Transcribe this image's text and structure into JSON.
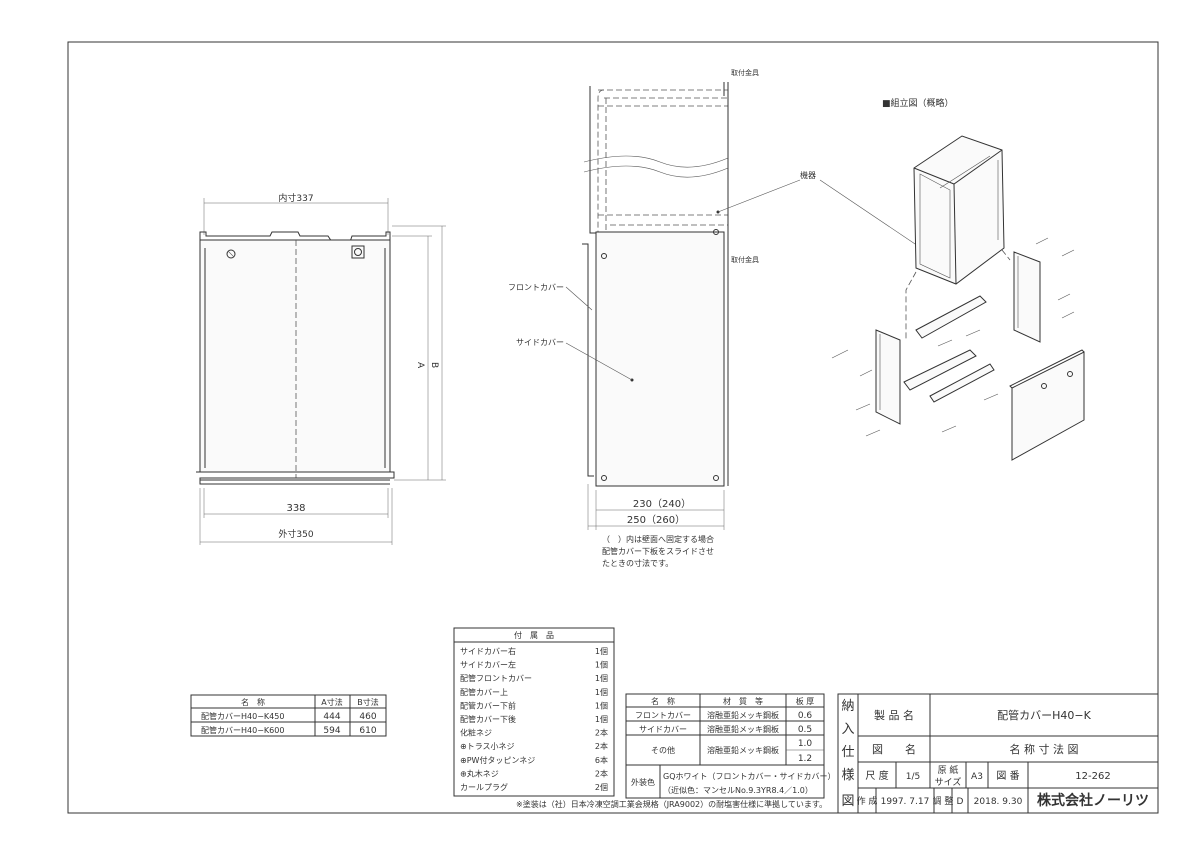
{
  "front_view": {
    "inner_width": "内寸337",
    "width_338": "338",
    "outer_width": "外寸350",
    "dim_a": "A",
    "dim_b": "B"
  },
  "side_view": {
    "label_fittings": "取付金具",
    "label_front_cover": "フロントカバー",
    "label_side_cover": "サイドカバー",
    "dim_230": "230（240）",
    "dim_250": "250（260）",
    "note_1": "（　）内は壁面へ固定する場合",
    "note_2": "配管カバー下板をスライドさせ",
    "note_3": "たときの寸法です。"
  },
  "assembly": {
    "title": "■組立図（概略）",
    "label_device": "機器"
  },
  "size_table": {
    "headers": [
      "名　称",
      "A寸法",
      "B寸法"
    ],
    "rows": [
      [
        "配管カバーH40−K450",
        "444",
        "460"
      ],
      [
        "配管カバーH40−K600",
        "594",
        "610"
      ]
    ]
  },
  "accessories": {
    "header": "付　属　品",
    "items": [
      [
        "サイドカバー右",
        "1個"
      ],
      [
        "サイドカバー左",
        "1個"
      ],
      [
        "配管フロントカバー",
        "1個"
      ],
      [
        "配管カバー上",
        "1個"
      ],
      [
        "配管カバー下前",
        "1個"
      ],
      [
        "配管カバー下後",
        "1個"
      ],
      [
        "化粧ネジ",
        "2本"
      ],
      [
        "⊕トラス小ネジ",
        "2本"
      ],
      [
        "⊕PW付タッピンネジ",
        "6本"
      ],
      [
        "⊕丸木ネジ",
        "2本"
      ],
      [
        "カールプラグ",
        "2個"
      ]
    ]
  },
  "materials": {
    "headers": [
      "名　称",
      "材　質　等",
      "板 厚"
    ],
    "rows": [
      [
        "フロントカバー",
        "溶融亜鉛メッキ鋼板",
        "0.6"
      ],
      [
        "サイドカバー",
        "溶融亜鉛メッキ鋼板",
        "0.5"
      ],
      [
        "その他",
        "溶融亜鉛メッキ鋼板",
        "1.0"
      ],
      [
        "",
        "",
        "1.2"
      ]
    ],
    "color_label": "外装色",
    "color_1": "GQホワイト（フロントカバー・サイドカバー）",
    "color_2": "（近似色：マンセルNo.9.3YR8.4／1.0）"
  },
  "footnote": "※塗装は（社）日本冷凍空調工業会規格（JRA9002）の耐塩害仕様に準拠しています。",
  "title_block": {
    "side_chars": [
      "納",
      "入",
      "仕",
      "様",
      "図"
    ],
    "product_name_label": "製 品 名",
    "product_name": "配管カバーH40−K",
    "drawing_name_label": "図　　名",
    "drawing_name": "名 称 寸 法 図",
    "scale_label": "尺 度",
    "scale": "1/5",
    "paper_label_1": "原 紙",
    "paper_label_2": "サイズ",
    "paper": "A3",
    "drawing_no_label": "図 番",
    "drawing_no": "12-262",
    "created_label": "作 成",
    "created": "1997. 7.17",
    "adjusted_label": "調 整",
    "revision": "D",
    "adjusted": "2018. 9.30",
    "company": "株式会社ノーリツ"
  }
}
